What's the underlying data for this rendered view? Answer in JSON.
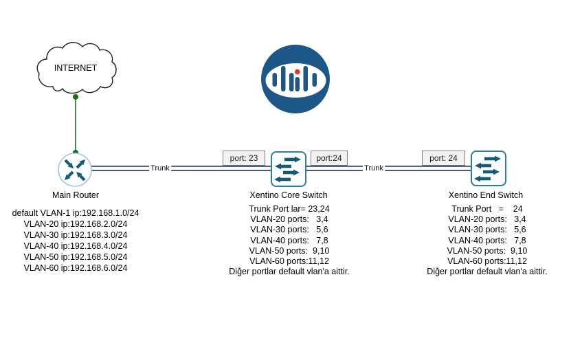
{
  "cloud": {
    "label": "INTERNET"
  },
  "devices": {
    "router": {
      "label": "Main Router",
      "info_lines": [
        "default VLAN-1 ip:192.168.1.0/24",
        "VLAN-20 ip:192.168.2.0/24",
        "VLAN-30 ip:192.168.3.0/24",
        "VLAN-40 ip:192.168.4.0/24",
        "VLAN-50 ip:192.168.5.0/24",
        "VLAN-60 ip:192.168.6.0/24"
      ]
    },
    "core_switch": {
      "label": "Xentino Core Switch",
      "info_lines": [
        "Trunk Port lar= 23,24",
        "VLAN-20 ports:   3,4",
        "VLAN-30 ports:   5,6",
        "VLAN-40 ports:   7,8",
        "VLAN-50 ports:  9,10",
        "VLAN-60 ports:11,12",
        "Diğer portlar default vlan'a aittir."
      ]
    },
    "end_switch": {
      "label": "Xentino End Switch",
      "info_lines": [
        "Trunk Port   =    24",
        "VLAN-20 ports:   3,4",
        "VLAN-30 ports:   5,6",
        "VLAN-40 ports:   7,8",
        "VLAN-50 ports:  9,10",
        "VLAN-60 ports:11,12",
        "Diğer portlar default vlan'a aittir."
      ]
    }
  },
  "links": {
    "router_core": {
      "label": "Trunk"
    },
    "core_end": {
      "label": "Trunk"
    }
  },
  "ports": {
    "core_left": "port: 23",
    "core_right": "port:24",
    "end_left": "port: 24"
  },
  "colors": {
    "device_icon": "#145a74",
    "switch_border": "#2e7e96",
    "router_border": "#a8c4d4",
    "trunk_link": "#1a2a66",
    "internet_link": "#227122",
    "logo_blue": "#1d5787",
    "logo_dot_red": "#e63329",
    "port_label_bg": "#f2f2f2",
    "port_label_border": "#7f7f7f"
  }
}
